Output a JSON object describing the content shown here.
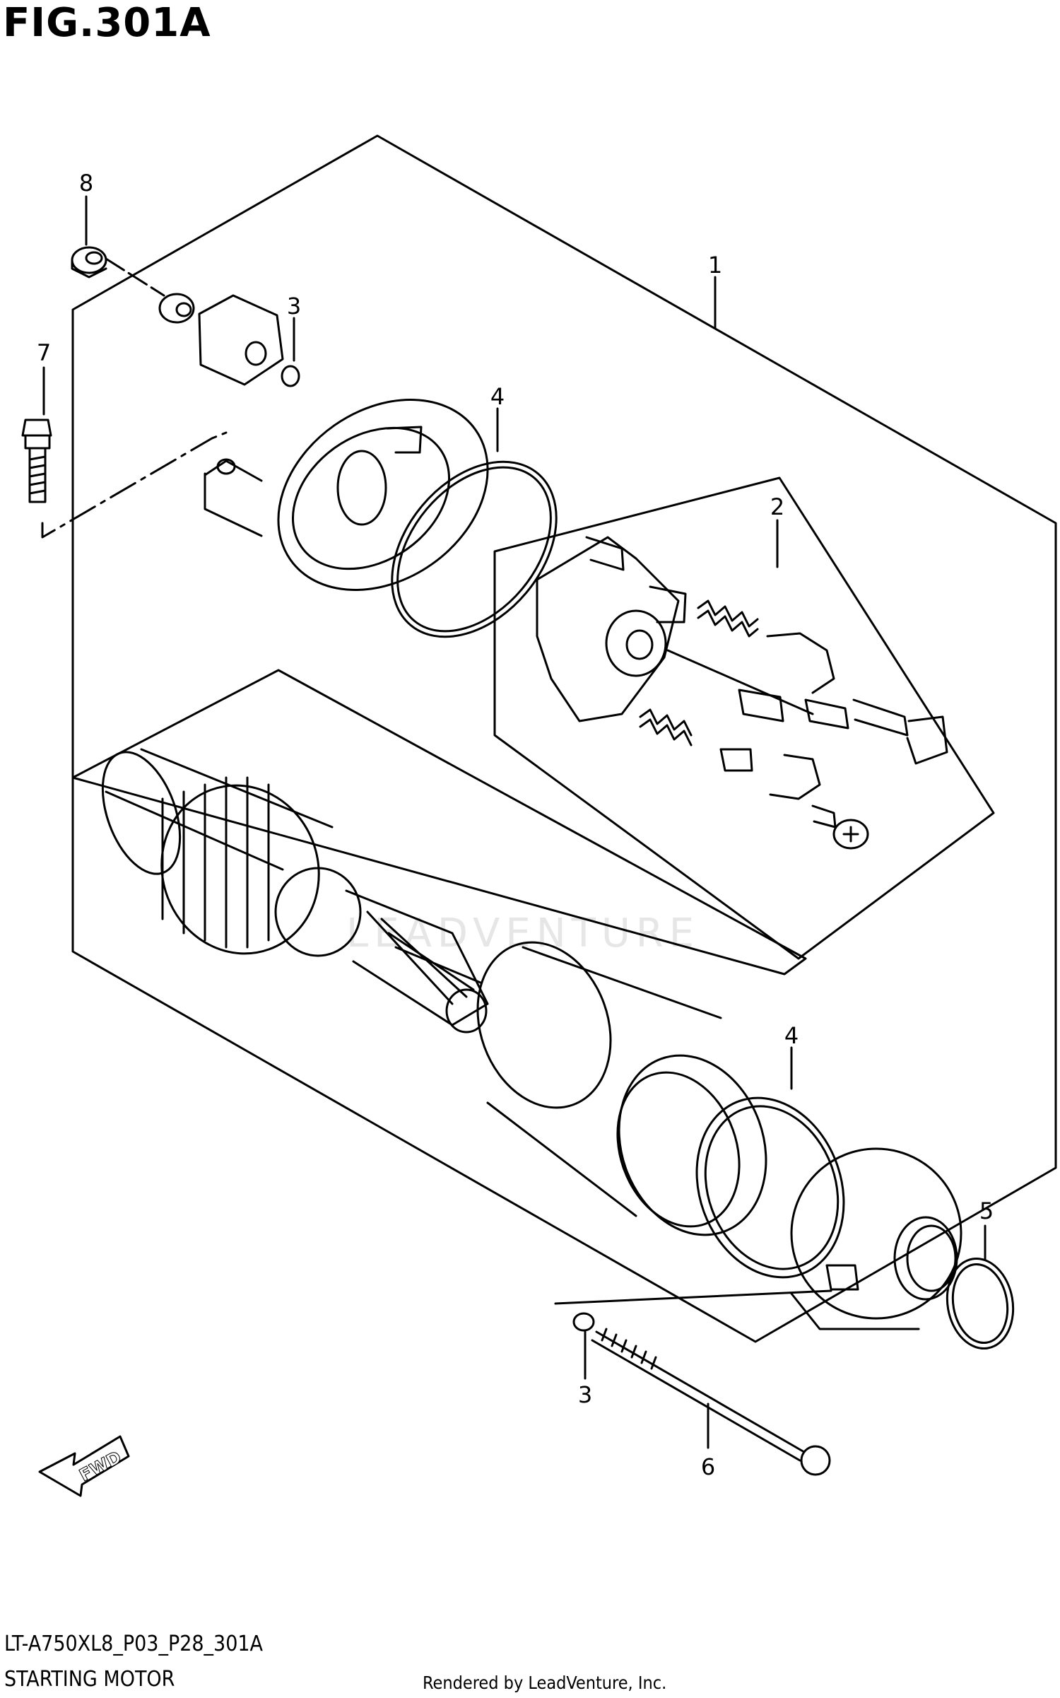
{
  "figure": {
    "title": "FIG.301A",
    "code": "LT-A750XL8_P03_P28_301A",
    "caption": "STARTING MOTOR",
    "rendered_by": "Rendered by LeadVenture, Inc.",
    "watermark": "LEADVENTURE",
    "direction_label": "FWD"
  },
  "callouts": [
    {
      "id": "1",
      "label": "1"
    },
    {
      "id": "2",
      "label": "2"
    },
    {
      "id": "3",
      "label": "3"
    },
    {
      "id": "4",
      "label": "4"
    },
    {
      "id": "5",
      "label": "5"
    },
    {
      "id": "6",
      "label": "6"
    },
    {
      "id": "7",
      "label": "7"
    },
    {
      "id": "8",
      "label": "8"
    }
  ],
  "colors": {
    "line": "#000000",
    "background": "#ffffff",
    "watermark": "#e6e6e6"
  }
}
